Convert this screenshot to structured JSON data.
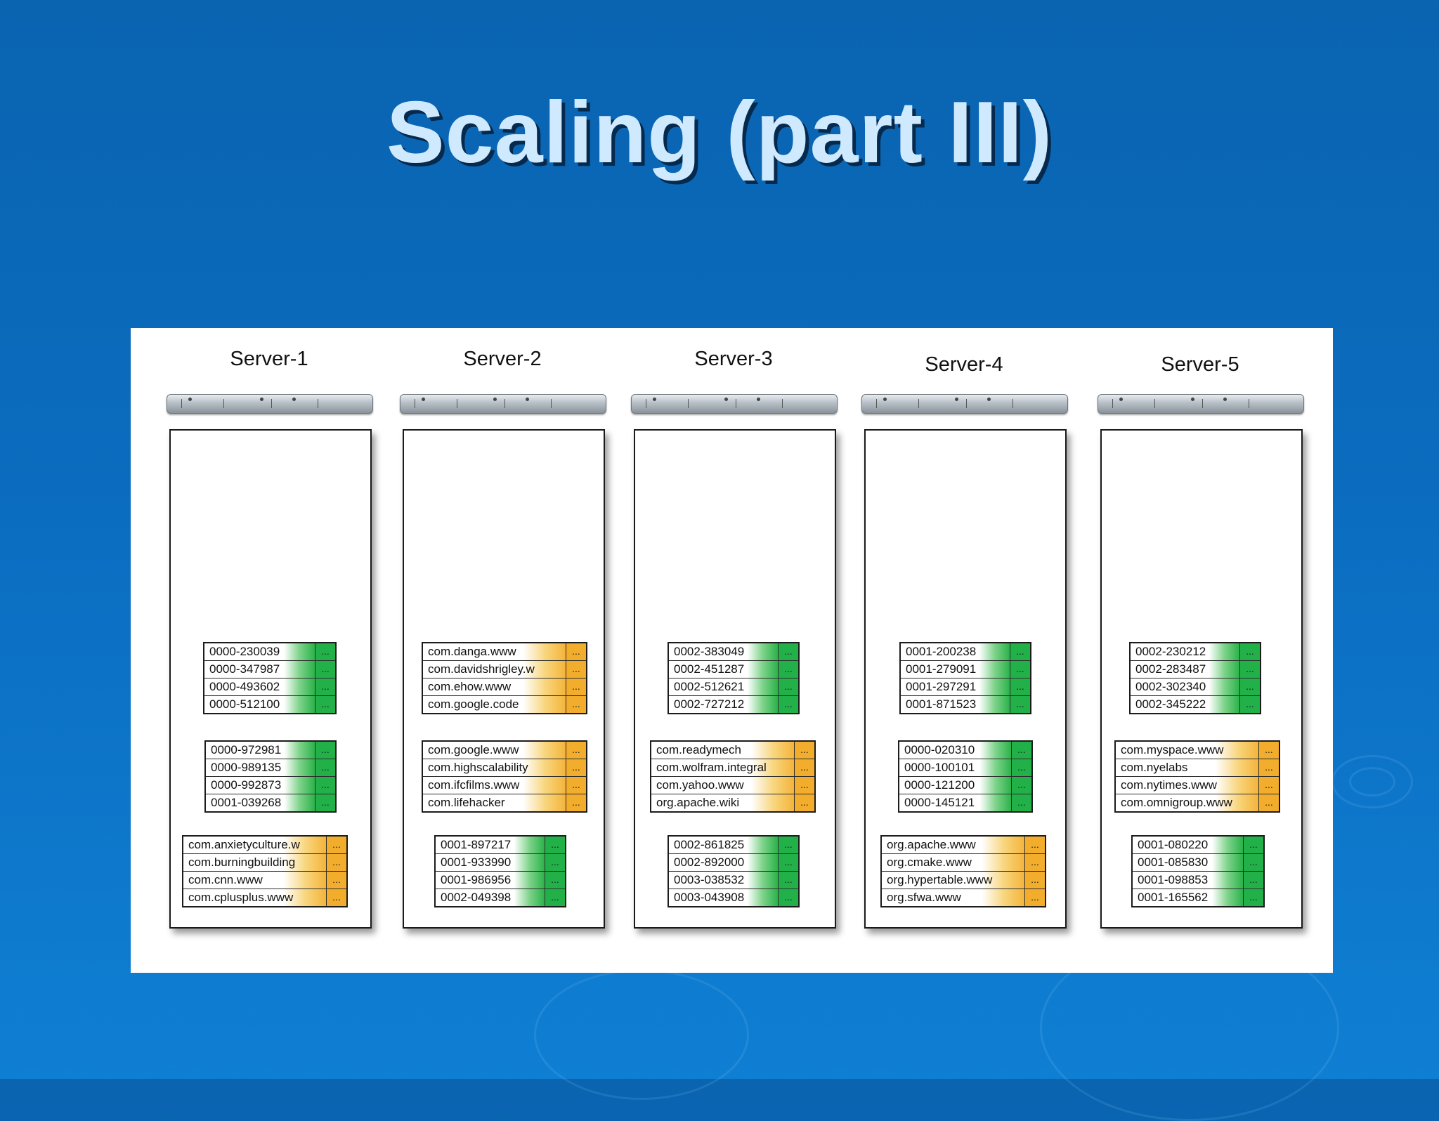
{
  "slide": {
    "title": "Scaling (part III)"
  },
  "colors": {
    "background": "#0b6cbf",
    "title": "#cfe9ff",
    "green_tablet": "#22b048",
    "orange_tablet": "#f2ad2c"
  },
  "servers": [
    {
      "name": "Server-1",
      "tablets": [
        {
          "color": "green",
          "rows": [
            "0000-230039",
            "0000-347987",
            "0000-493602",
            "0000-512100"
          ],
          "more": "..."
        },
        {
          "color": "green",
          "rows": [
            "0000-972981",
            "0000-989135",
            "0000-992873",
            "0001-039268"
          ],
          "more": "..."
        },
        {
          "color": "orange",
          "rows": [
            "com.anxietyculture.w",
            "com.burningbuilding",
            "com.cnn.www",
            "com.cplusplus.www"
          ],
          "more": "..."
        }
      ]
    },
    {
      "name": "Server-2",
      "tablets": [
        {
          "color": "orange",
          "rows": [
            "com.danga.www",
            "com.davidshrigley.w",
            "com.ehow.www",
            "com.google.code"
          ],
          "more": "..."
        },
        {
          "color": "orange",
          "rows": [
            "com.google.www",
            "com.highscalability",
            "com.ifcfilms.www",
            "com.lifehacker"
          ],
          "more": "..."
        },
        {
          "color": "green",
          "rows": [
            "0001-897217",
            "0001-933990",
            "0001-986956",
            "0002-049398"
          ],
          "more": "..."
        }
      ]
    },
    {
      "name": "Server-3",
      "tablets": [
        {
          "color": "green",
          "rows": [
            "0002-383049",
            "0002-451287",
            "0002-512621",
            "0002-727212"
          ],
          "more": "..."
        },
        {
          "color": "orange",
          "rows": [
            "com.readymech",
            "com.wolfram.integral",
            "com.yahoo.www",
            "org.apache.wiki"
          ],
          "more": "..."
        },
        {
          "color": "green",
          "rows": [
            "0002-861825",
            "0002-892000",
            "0003-038532",
            "0003-043908"
          ],
          "more": "..."
        }
      ]
    },
    {
      "name": "Server-4",
      "tablets": [
        {
          "color": "green",
          "rows": [
            "0001-200238",
            "0001-279091",
            "0001-297291",
            "0001-871523"
          ],
          "more": "..."
        },
        {
          "color": "green",
          "rows": [
            "0000-020310",
            "0000-100101",
            "0000-121200",
            "0000-145121"
          ],
          "more": "..."
        },
        {
          "color": "orange",
          "rows": [
            "org.apache.www",
            "org.cmake.www",
            "org.hypertable.www",
            "org.sfwa.www"
          ],
          "more": "..."
        }
      ]
    },
    {
      "name": "Server-5",
      "tablets": [
        {
          "color": "green",
          "rows": [
            "0002-230212",
            "0002-283487",
            "0002-302340",
            "0002-345222"
          ],
          "more": "..."
        },
        {
          "color": "orange",
          "rows": [
            "com.myspace.www",
            "com.nyelabs",
            "com.nytimes.www",
            "com.omnigroup.www"
          ],
          "more": "..."
        },
        {
          "color": "green",
          "rows": [
            "0001-080220",
            "0001-085830",
            "0001-098853",
            "0001-165562"
          ],
          "more": "..."
        }
      ]
    }
  ]
}
